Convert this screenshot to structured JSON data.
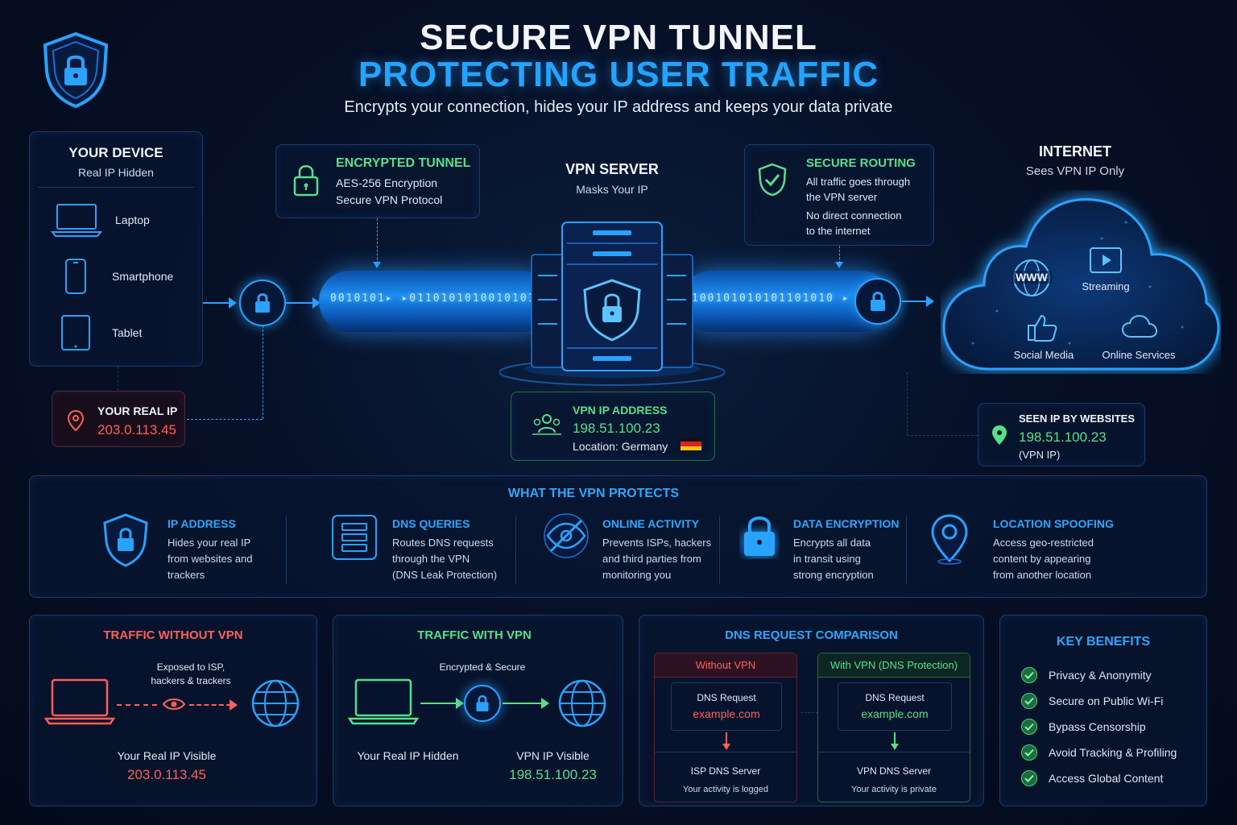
{
  "header": {
    "title_line1": "SECURE VPN TUNNEL",
    "title_line2": "PROTECTING USER TRAFFIC",
    "subtitle": "Encrypts your connection, hides your IP address and keeps your data private"
  },
  "device": {
    "title": "YOUR DEVICE",
    "subtitle": "Real IP Hidden",
    "items": [
      {
        "label": "Laptop",
        "icon": "laptop-icon"
      },
      {
        "label": "Smartphone",
        "icon": "smartphone-icon"
      },
      {
        "label": "Tablet",
        "icon": "tablet-icon"
      }
    ]
  },
  "real_ip": {
    "label": "YOUR REAL IP",
    "value": "203.0.113.45"
  },
  "tunnel": {
    "title": "ENCRYPTED TUNNEL",
    "line1": "AES-256 Encryption",
    "line2": "Secure VPN Protocol"
  },
  "tunnel_bits_left": "0010101▸ ▸0110101010010101",
  "tunnel_bits_right": "100101010101101010 ▸ ▸",
  "server": {
    "title": "VPN SERVER",
    "subtitle": "Masks Your IP"
  },
  "vpn_ip": {
    "label": "VPN IP ADDRESS",
    "value": "198.51.100.23",
    "location": "Location: Germany"
  },
  "routing": {
    "title": "SECURE ROUTING",
    "line1": "All traffic goes through",
    "line2": "the VPN server",
    "line3": "No direct connection",
    "line4": "to the internet"
  },
  "internet": {
    "title": "INTERNET",
    "subtitle": "Sees VPN IP Only",
    "items": [
      {
        "label": "",
        "icon": "www-globe-icon",
        "text": "WWW"
      },
      {
        "label": "Streaming",
        "icon": "play-icon"
      },
      {
        "label": "Social Media",
        "icon": "thumbs-up-icon"
      },
      {
        "label": "Online Services",
        "icon": "cloud-icon"
      }
    ]
  },
  "seen_ip": {
    "label": "SEEN IP BY WEBSITES",
    "value": "198.51.100.23",
    "note": "(VPN IP)"
  },
  "protects": {
    "title": "WHAT THE VPN PROTECTS",
    "items": [
      {
        "title": "IP ADDRESS",
        "lines": [
          "Hides your real IP",
          "from websites and",
          "trackers"
        ],
        "icon": "shield-lock-icon"
      },
      {
        "title": "DNS QUERIES",
        "lines": [
          "Routes DNS requests",
          "through the VPN",
          "(DNS Leak Protection)"
        ],
        "icon": "server-icon"
      },
      {
        "title": "ONLINE ACTIVITY",
        "lines": [
          "Prevents ISPs, hackers",
          "and third parties from",
          "monitoring you"
        ],
        "icon": "eye-slash-icon"
      },
      {
        "title": "DATA ENCRYPTION",
        "lines": [
          "Encrypts all data",
          "in transit using",
          "strong encryption"
        ],
        "icon": "padlock-icon"
      },
      {
        "title": "LOCATION SPOOFING",
        "lines": [
          "Access geo-restricted",
          "content by appearing",
          "from another location"
        ],
        "icon": "location-pin-icon"
      }
    ]
  },
  "without_vpn": {
    "title": "TRAFFIC WITHOUT VPN",
    "exposed_line1": "Exposed to ISP,",
    "exposed_line2": "hackers & trackers",
    "ip_label": "Your Real IP Visible",
    "ip_value": "203.0.113.45"
  },
  "with_vpn": {
    "title": "TRAFFIC WITH VPN",
    "caption": "Encrypted & Secure",
    "hidden_label": "Your Real IP Hidden",
    "visible_label": "VPN IP Visible",
    "ip_value": "198.51.100.23"
  },
  "dns": {
    "title": "DNS REQUEST COMPARISON",
    "without": {
      "title": "Without VPN",
      "req_label": "DNS Request",
      "domain": "example.com",
      "server": "ISP DNS Server",
      "note": "Your activity is logged"
    },
    "with": {
      "title": "With VPN (DNS Protection)",
      "req_label": "DNS Request",
      "domain": "example.com",
      "server": "VPN DNS Server",
      "note": "Your activity is private"
    }
  },
  "benefits": {
    "title": "KEY BENEFITS",
    "items": [
      "Privacy & Anonymity",
      "Secure on Public Wi-Fi",
      "Bypass Censorship",
      "Avoid Tracking & Profiling",
      "Access Global Content"
    ]
  },
  "colors": {
    "blue": "#2aa2ff",
    "green": "#57e08a",
    "red": "#ff5f5a",
    "background": "#061027"
  }
}
